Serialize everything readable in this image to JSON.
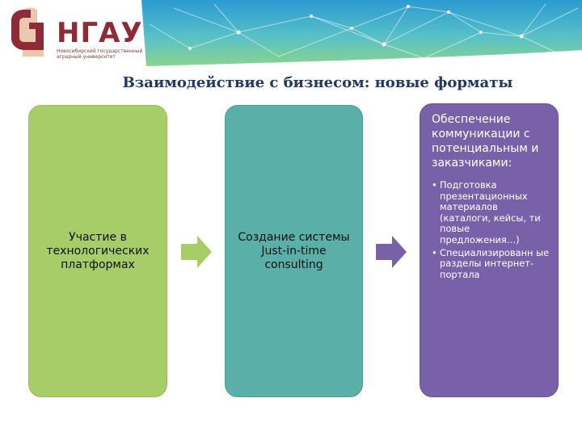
{
  "logo": {
    "name": "НГАУ",
    "subtitle": "Новосибирский государственный аграрный университет",
    "colors": {
      "primary": "#8f2b36",
      "secondary": "#e8c9b0"
    }
  },
  "banner": {
    "colors": {
      "top": "#2a9bd1",
      "bottom": "#8ad48d"
    }
  },
  "slide": {
    "title": "Взаимодействие с бизнесом: новые форматы"
  },
  "cards": [
    {
      "label": "Участие в технологических платформах",
      "color": "#a7cd68"
    },
    {
      "label": "Создание системы Just-in-time consulting",
      "color": "#5aafa8"
    },
    {
      "title": "Обеспечение коммуникации с потенциальным и заказчиками:",
      "color": "#7961a9",
      "bullets": [
        "Подготовка презентационных материалов (каталоги, кейсы, ти повые предложения…)",
        "Специализированн ые разделы интернет-портала"
      ]
    }
  ],
  "arrows": [
    {
      "icon": "right-arrow-icon",
      "color": "#a7cd68"
    },
    {
      "icon": "right-arrow-icon",
      "color": "#7961a9"
    }
  ]
}
